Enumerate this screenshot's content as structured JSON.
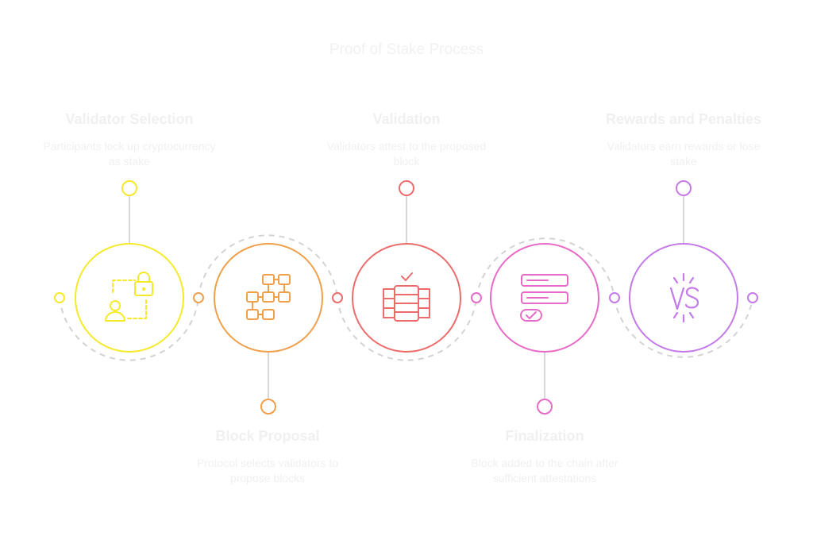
{
  "title": "Proof of Stake Process",
  "steps": [
    {
      "title": "Validator Selection",
      "desc": "Participants lock up cryptocurrency as stake",
      "color": "#f5ea2a",
      "icon": "lock-user-icon",
      "label_position": "top"
    },
    {
      "title": "Block Proposal",
      "desc": "Protocol selects validators to propose blocks",
      "color": "#f0a04b",
      "icon": "block-network-icon",
      "label_position": "bottom"
    },
    {
      "title": "Validation",
      "desc": "Validators attest to the proposed block",
      "color": "#ec6c6c",
      "icon": "block-check-icon",
      "label_position": "top"
    },
    {
      "title": "Finalization",
      "desc": "Block added to the chain after sufficient attestations",
      "color": "#e86ac8",
      "icon": "block-stack-check-icon",
      "label_position": "bottom"
    },
    {
      "title": "Rewards and Penalties",
      "desc": "Validators earn rewards or lose stake",
      "color": "#c47ae8",
      "icon": "vs-icon",
      "label_position": "top"
    }
  ],
  "connector_color": "#d3d3d3"
}
